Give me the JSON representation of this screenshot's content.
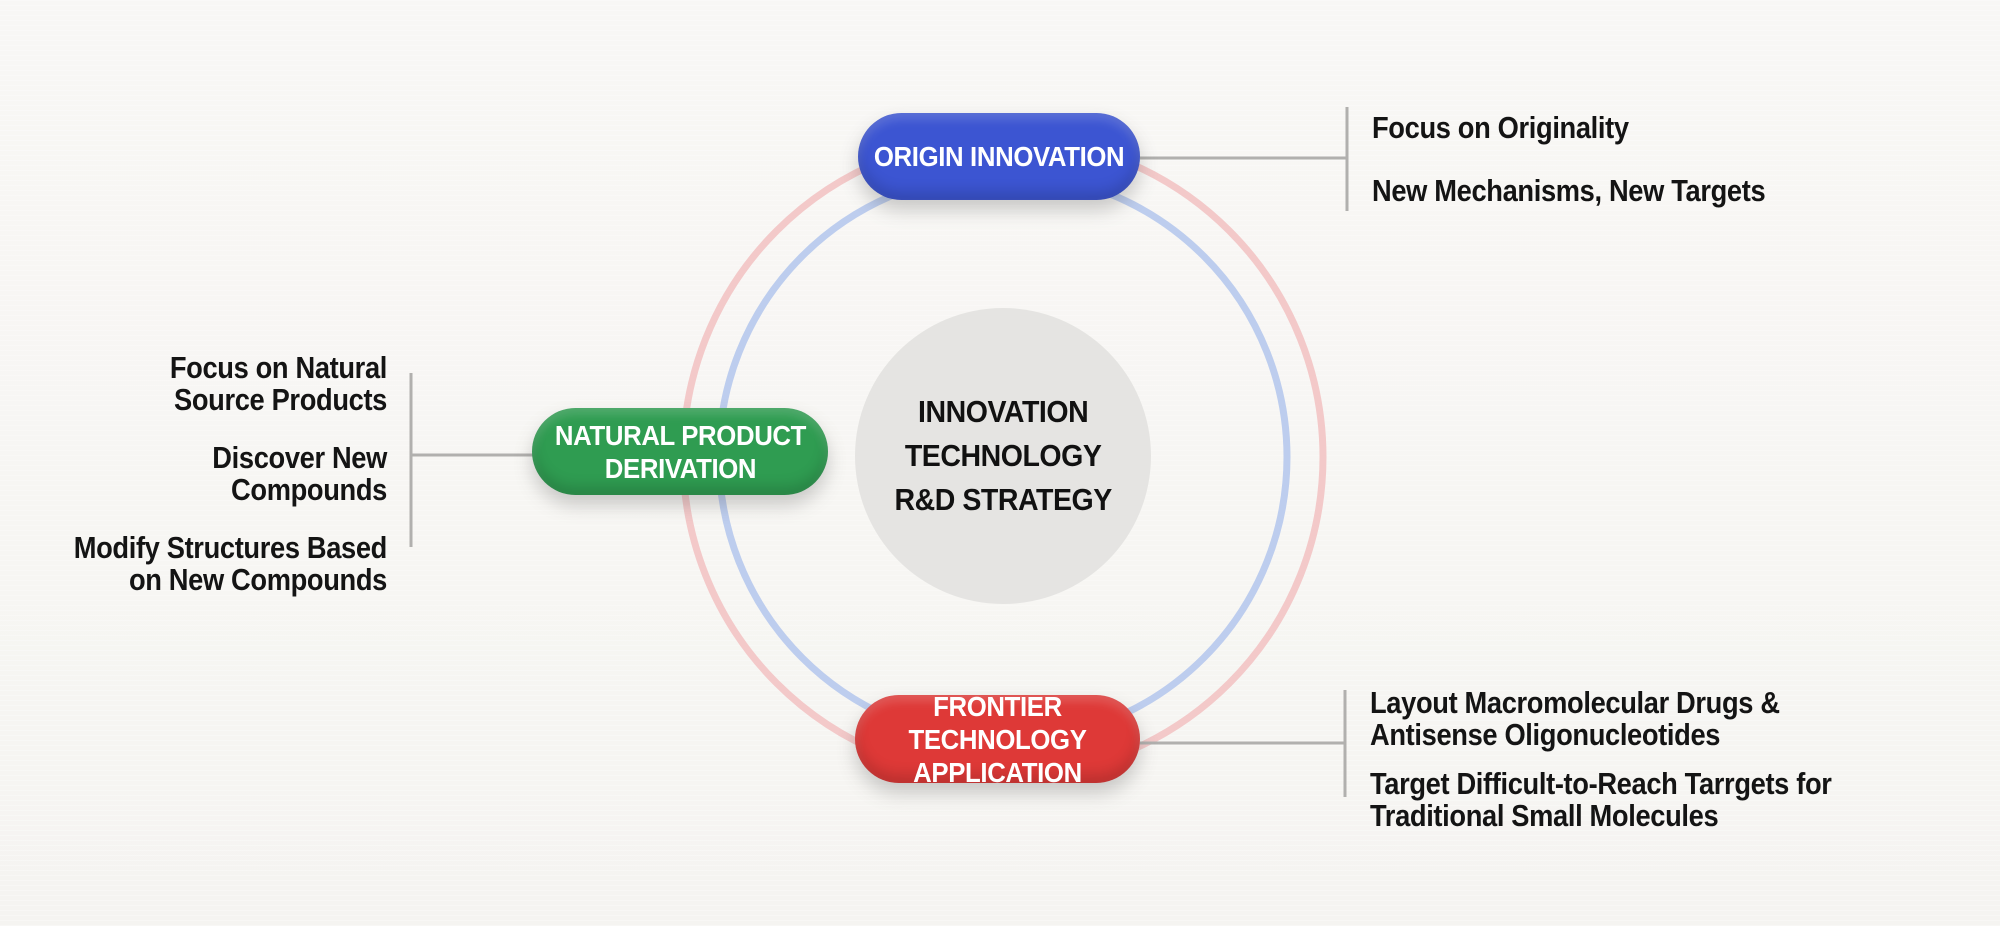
{
  "canvas": {
    "background": "#f7f6f3"
  },
  "center": {
    "title_lines": [
      "INNOVATION",
      "TECHNOLOGY",
      "R&D STRATEGY"
    ],
    "fill": "#e5e4e2",
    "text_color": "#111111"
  },
  "rings": {
    "outer": {
      "color": "#f3c9c9"
    },
    "inner": {
      "color": "#bdcdee"
    }
  },
  "connectors": {
    "color": "#b1b0ae"
  },
  "branches": [
    {
      "id": "origin-innovation",
      "label_lines": [
        "ORIGIN INNOVATION"
      ],
      "color": "#3c55d2",
      "text_color": "#ffffff",
      "points": [
        "Focus on Originality",
        "New Mechanisms, New Targets"
      ]
    },
    {
      "id": "natural-product-derivation",
      "label_lines": [
        "NATURAL PRODUCT",
        "DERIVATION"
      ],
      "color": "#2f9c51",
      "text_color": "#ffffff",
      "points": [
        "Focus on Natural\nSource Products",
        "Discover New Compounds",
        "Modify Structures Based\non New Compounds"
      ]
    },
    {
      "id": "frontier-technology-application",
      "label_lines": [
        "FRONTIER TECHNOLOGY",
        "APPLICATION"
      ],
      "color": "#de3937",
      "text_color": "#ffffff",
      "points": [
        "Layout Macromolecular Drugs &\nAntisense Oligonucleotides",
        "Target Difficult-to-Reach Tarrgets for\nTraditional Small Molecules"
      ]
    }
  ]
}
